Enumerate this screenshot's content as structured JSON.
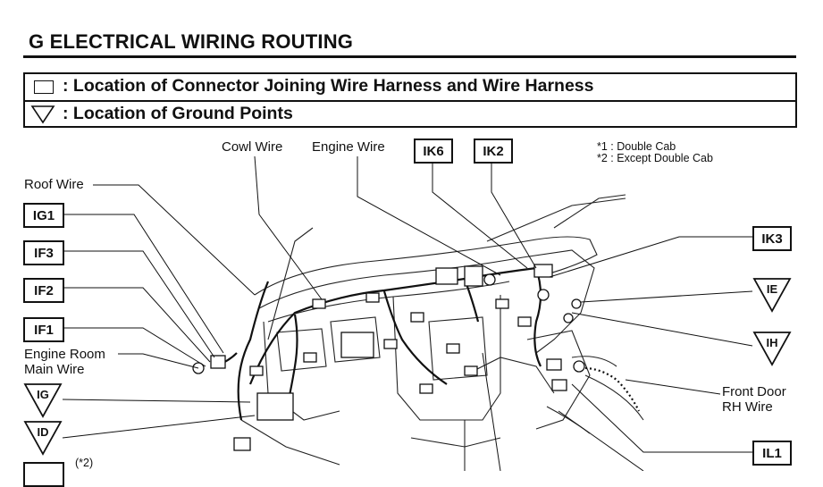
{
  "title": "G  ELECTRICAL WIRING ROUTING",
  "legend": {
    "connector": ": Location of Connector Joining Wire Harness and Wire Harness",
    "ground": ": Location of Ground Points"
  },
  "notes": [
    "*1 : Double Cab",
    "*2 : Except Double Cab"
  ],
  "wire_labels": {
    "cowl": "Cowl Wire",
    "engine": "Engine Wire",
    "roof": "Roof Wire",
    "engine_room_1": "Engine Room",
    "engine_room_2": "Main Wire",
    "front_door_1": "Front Door",
    "front_door_2": "RH Wire",
    "partial_note": "(*2)"
  },
  "connectors": {
    "ik6": "IK6",
    "ik2": "IK2",
    "ik3": "IK3",
    "ig1": "IG1",
    "if3": "IF3",
    "if2": "IF2",
    "if1": "IF1",
    "il1": "IL1"
  },
  "grounds": {
    "ie": "IE",
    "ih": "IH",
    "ig": "IG",
    "id": "ID"
  }
}
